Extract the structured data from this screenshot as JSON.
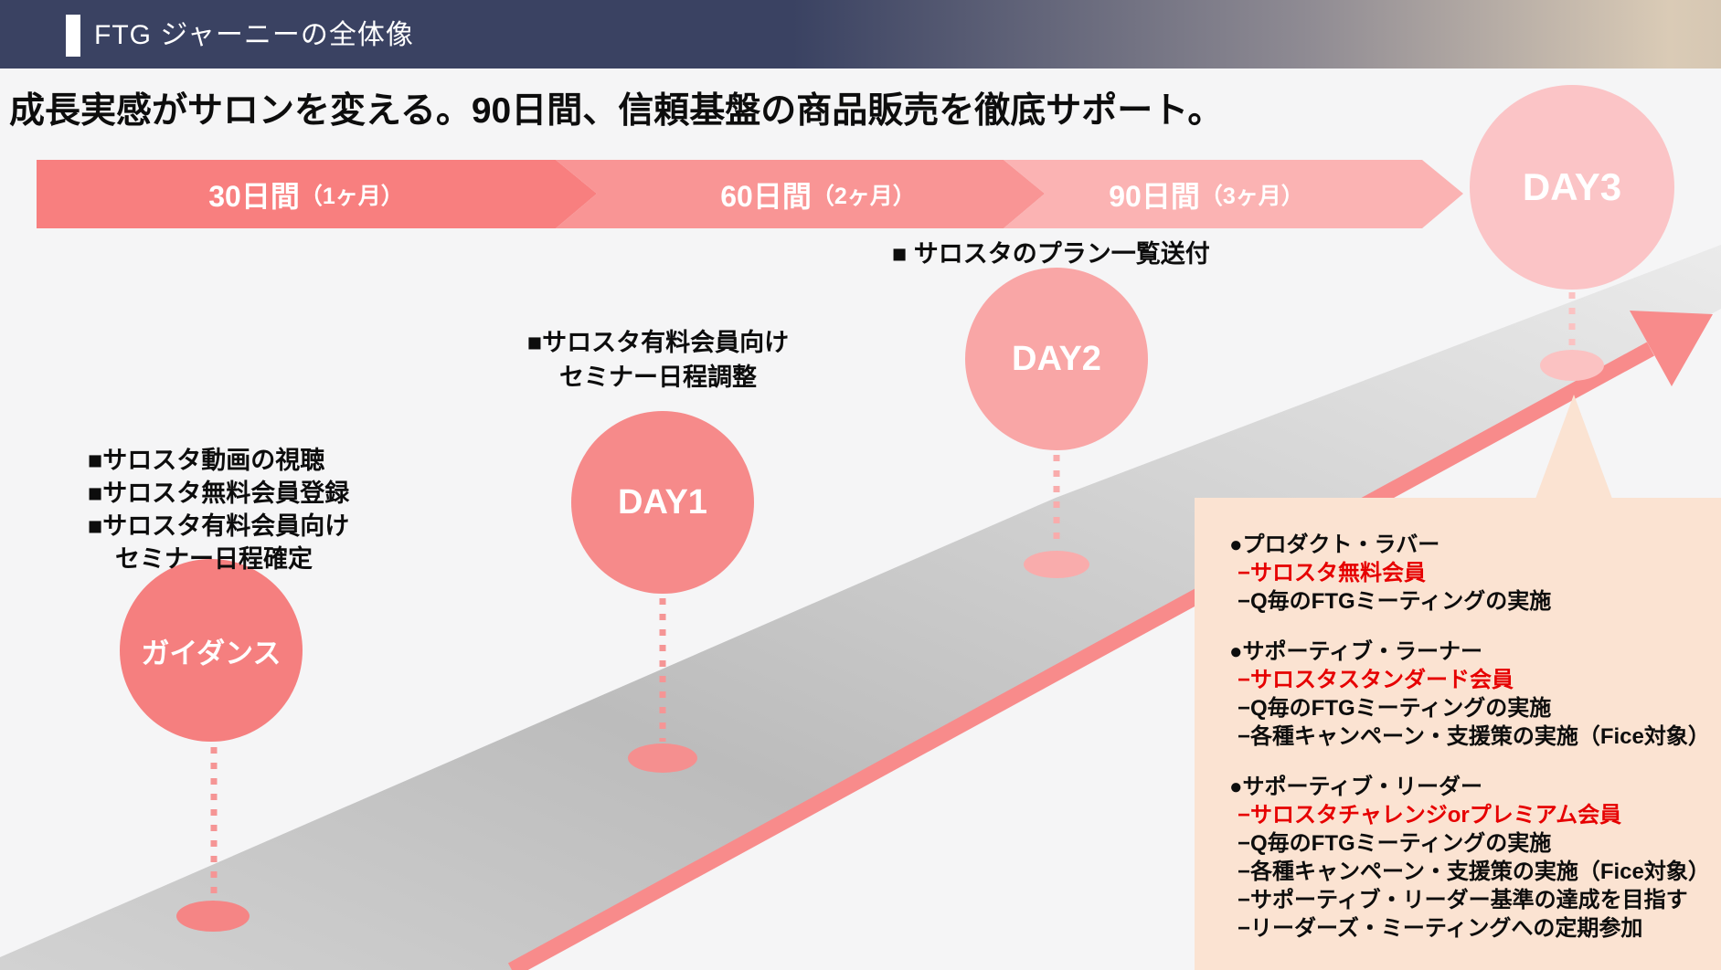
{
  "header": {
    "title": "FTG ジャーニーの全体像",
    "gradient_left": "#3A4262",
    "gradient_right": "#DACBB6",
    "accent_color": "#FFFFFF"
  },
  "headline": {
    "text": "成長実感がサロンを変える。90日間、信頼基盤の商品販売を徹底サポート。"
  },
  "timeline": {
    "phases": [
      {
        "main": "30日間",
        "sub": "（1ヶ月）",
        "color": "#F87F7F"
      },
      {
        "main": "60日間",
        "sub": "（2ヶ月）",
        "color": "#F99595"
      },
      {
        "main": "90日間",
        "sub": "（3ヶ月）",
        "color": "#FBB3B3"
      }
    ]
  },
  "milestones": [
    {
      "label": "ガイダンス",
      "color": "#F57F7F",
      "notes": [
        "■サロスタ動画の視聴",
        "■サロスタ無料会員登録",
        "■サロスタ有料会員向け",
        "セミナー日程確定"
      ]
    },
    {
      "label": "DAY1",
      "color": "#F68A8A",
      "notes": [
        "■サロスタ有料会員向け",
        "セミナー日程調整"
      ]
    },
    {
      "label": "DAY2",
      "color": "#F9A6A6",
      "notes": [
        "■ サロスタのプラン一覧送付"
      ]
    },
    {
      "label": "DAY3",
      "color": "#FBC4C6",
      "notes": []
    }
  ],
  "road": {
    "surface_color": "#BCBCBC",
    "arrow_color": "#F88B8B"
  },
  "callout": {
    "background": "#FBE3D2",
    "accent_red": "#E60000",
    "groups": [
      {
        "title": "●プロダクト・ラバー",
        "lines": [
          {
            "text": "−サロスタ無料会員",
            "em": true
          },
          {
            "text": "−Q毎のFTGミーティングの実施",
            "em": false
          }
        ]
      },
      {
        "title": "●サポーティブ・ラーナー",
        "lines": [
          {
            "text": "−サロスタスタンダード会員",
            "em": true
          },
          {
            "text": "−Q毎のFTGミーティングの実施",
            "em": false
          },
          {
            "text": "−各種キャンペーン・支援策の実施（Fice対象）",
            "em": false
          }
        ]
      },
      {
        "title": "●サポーティブ・リーダー",
        "lines": [
          {
            "text": "−サロスタチャレンジorプレミアム会員",
            "em": true
          },
          {
            "text": "−Q毎のFTGミーティングの実施",
            "em": false
          },
          {
            "text": "−各種キャンペーン・支援策の実施（Fice対象）",
            "em": false
          },
          {
            "text": "−サポーティブ・リーダー基準の達成を目指す",
            "em": false
          },
          {
            "text": "−リーダーズ・ミーティングへの定期参加",
            "em": false
          }
        ]
      }
    ]
  }
}
